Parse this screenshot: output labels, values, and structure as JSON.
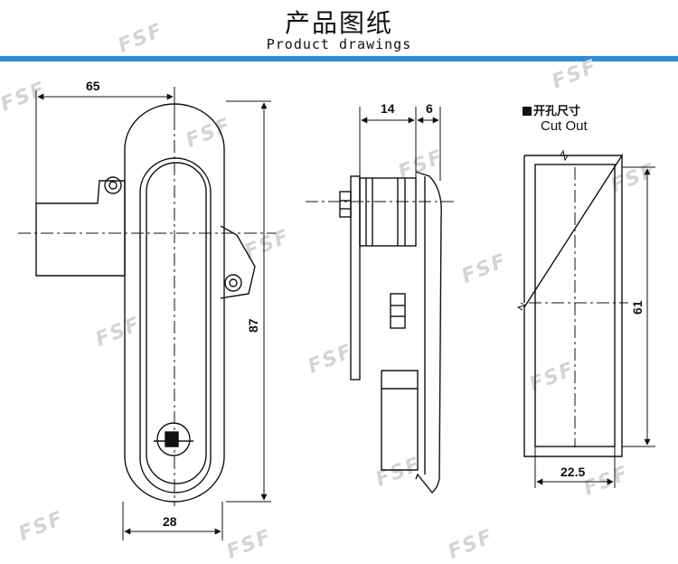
{
  "header": {
    "title_cn": "产品图纸",
    "title_en": "Product drawings",
    "accent_color": "#2a8fd6"
  },
  "watermark": "FSF",
  "dimensions": {
    "width_65": "65",
    "height_87": "87",
    "width_28": "28",
    "depth_14": "14",
    "depth_6": "6",
    "cut_61": "61",
    "cut_22_5": "22.5"
  },
  "cutout": {
    "label_cn": "开孔尺寸",
    "label_en": "Cut Out"
  }
}
